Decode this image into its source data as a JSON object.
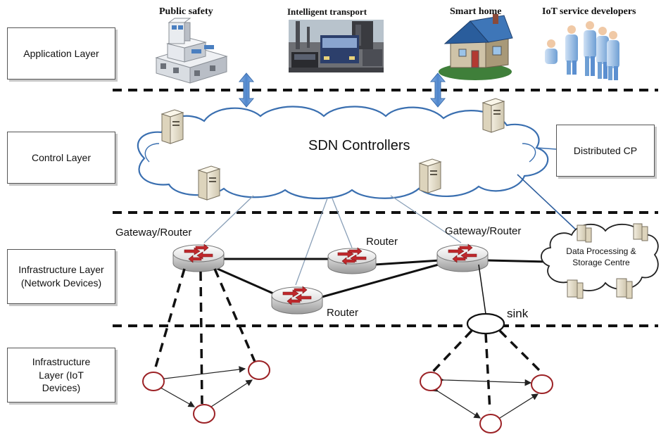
{
  "layers": {
    "application": "Application Layer",
    "control": "Control Layer",
    "infra_network": "Infrastructure Layer (Network Devices)",
    "infra_iot": "Infrastructure Layer (IoT Devices)"
  },
  "applications": {
    "public_safety": "Public safety",
    "intelligent_transport": "Intelligent transport",
    "smart_home": "Smart home",
    "iot_developers": "IoT service developers"
  },
  "control": {
    "sdn_controllers": "SDN Controllers",
    "distributed_cp": "Distributed CP"
  },
  "network": {
    "gateway_router_left": "Gateway/Router",
    "gateway_router_right": "Gateway/Router",
    "router_top": "Router",
    "router_bottom": "Router",
    "data_centre": "Data Processing & Storage Centre"
  },
  "iot": {
    "sink": "sink"
  },
  "colors": {
    "arrow_blue": "#5b8fd0",
    "cloud_outline": "#3a6fb0",
    "router_red": "#c0282c",
    "iot_node_red": "#a0262a"
  }
}
